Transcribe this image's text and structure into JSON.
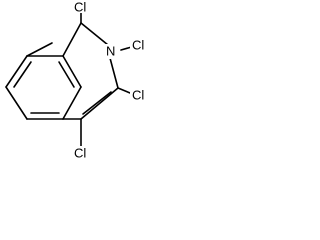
{
  "molecule": {
    "atoms": {
      "cl1": "Cl",
      "n2": "N",
      "cl_n": "Cl",
      "cl3": "Cl",
      "cl4": "Cl"
    },
    "colors": {
      "bond": "#000000",
      "label": "#000000",
      "background": "#ffffff"
    }
  }
}
